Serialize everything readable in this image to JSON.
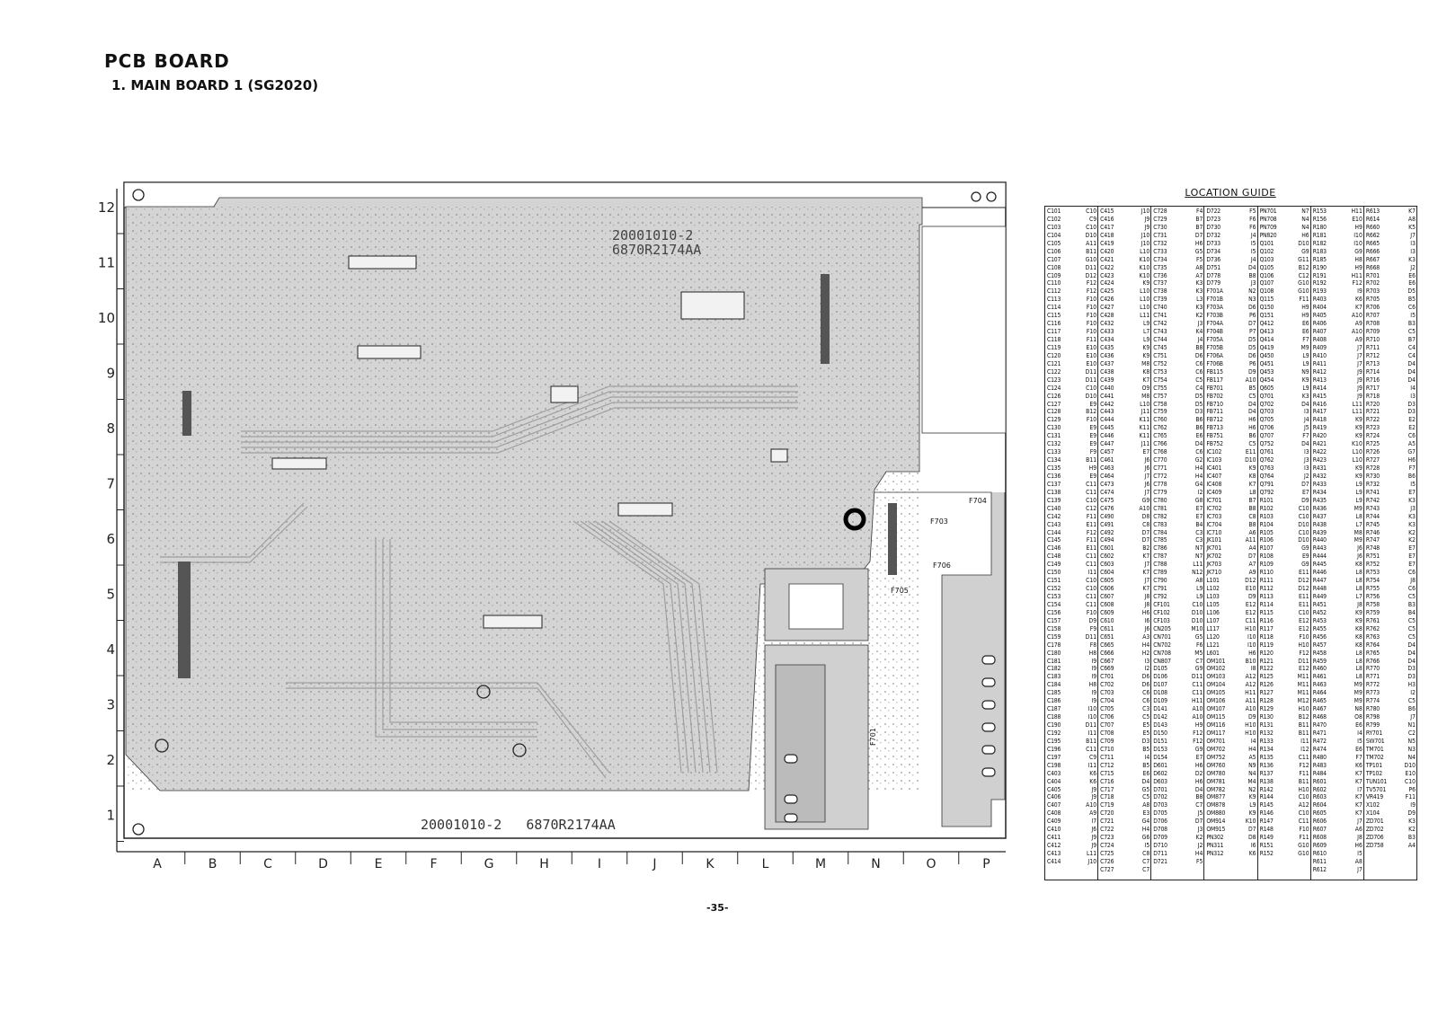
{
  "page": {
    "title": "PCB BOARD",
    "subtitle": "1. MAIN BOARD 1 (SG2020)",
    "page_number": "-35-"
  },
  "board": {
    "silkscreen_top_code": "20001010-2",
    "silkscreen_top_part": "6870R2174AA",
    "silkscreen_bottom": "20001010-2   6870R2174AA",
    "row_labels": [
      "12",
      "11",
      "10",
      "9",
      "8",
      "7",
      "6",
      "5",
      "4",
      "3",
      "2",
      "1"
    ],
    "column_labels": [
      "A",
      "B",
      "C",
      "D",
      "E",
      "F",
      "G",
      "H",
      "I",
      "J",
      "K",
      "L",
      "M",
      "N",
      "O",
      "P"
    ],
    "component_labels": [
      "F704",
      "F703",
      "F706",
      "F705",
      "F701"
    ],
    "colors": {
      "copper": "#cdcdcd",
      "trace": "#9a9a9a",
      "outline": "#222222"
    }
  },
  "location_guide": {
    "title": "LOCATION GUIDE",
    "columns": [
      [
        "C101 C10",
        "C102 C9",
        "C103 C10",
        "C104 D10",
        "C105 A11",
        "C106 B11",
        "C107 G10",
        "C108 D11",
        "C109 D12",
        "C110 F12",
        "C112 F12",
        "C113 F10",
        "C114 F10",
        "C115 F10",
        "C116 F10",
        "C117 F10",
        "C118 F11",
        "C119 E10",
        "C120 E10",
        "C121 E10",
        "C122 D11",
        "C123 D11",
        "C124 C10",
        "C126 D10",
        "C127 E9",
        "C128 B12",
        "C129 F10",
        "C130 E9",
        "C131 E9",
        "C132 E9",
        "C133 F9",
        "C134 B11",
        "C135 H9",
        "C136 E9",
        "C137 C11",
        "C138 C11",
        "C139 C10",
        "C140 C12",
        "C142 F11",
        "C143 E11",
        "C144 F12",
        "C145 F11",
        "C146 E11",
        "C148 C11",
        "C149 C11",
        "C150 I11",
        "C151 C10",
        "C152 C10",
        "C153 C11",
        "C154 C11",
        "C156 F10",
        "C157 D9",
        "C158 F9",
        "C159 D11",
        "C178 F8",
        "C180 H8",
        "C181 I9",
        "C182 I9",
        "C183 I9",
        "C184 H8",
        "C185 I9",
        "C186 I9",
        "C187 I10",
        "C188 I10",
        "C190 D11",
        "C192 I11",
        "C195 B11",
        "C196 C11",
        "C197 C9",
        "C198 I11",
        "C403 K6",
        "C404 K6",
        "C405 J9",
        "C406 J9",
        "C407 A10",
        "C408 A9",
        "C409 I7",
        "C410 J6",
        "C411 J9",
        "C412 J9",
        "C413 L11",
        "C414 J10"
      ],
      [
        "C415 J10",
        "C416 J9",
        "C417 J9",
        "C418 J10",
        "C419 J10",
        "C420 L10",
        "C421 K10",
        "C422 K10",
        "C423 K10",
        "C424 K9",
        "C425 L10",
        "C426 L10",
        "C427 L10",
        "C428 L11",
        "C432 L9",
        "C433 L7",
        "C434 L9",
        "C435 K9",
        "C436 K9",
        "C437 M8",
        "C438 K8",
        "C439 K7",
        "C440 O9",
        "C441 M8",
        "C442 L10",
        "C443 J11",
        "C444 K11",
        "C445 K11",
        "C446 K11",
        "C447 J11",
        "C457 E7",
        "C461 J6",
        "C463 J6",
        "C464 J7",
        "C473 J6",
        "C474 J7",
        "C475 G9",
        "C476 A10",
        "C490 D8",
        "C491 C8",
        "C492 D7",
        "C494 D7",
        "C601 B2",
        "C602 K7",
        "C603 J7",
        "C604 K7",
        "C605 J7",
        "C606 K7",
        "C607 J8",
        "C608 J8",
        "C609 H6",
        "C610 I6",
        "C611 J6",
        "C651 A3",
        "C665 H4",
        "C666 H2",
        "C667 I3",
        "C669 I2",
        "C701 D6",
        "C702 D6",
        "C703 C6",
        "C704 C6",
        "C705 C3",
        "C706 C5",
        "C707 E5",
        "C708 E5",
        "C709 D3",
        "C710 B5",
        "C711 I4",
        "C712 B5",
        "C715 E6",
        "C716 D4",
        "C717 G5",
        "C718 C5",
        "C719 A8",
        "C720 E3",
        "C721 G4",
        "C722 H4",
        "C723 G6",
        "C724 I5",
        "C725 C8",
        "C726 C7",
        "C727 C7"
      ],
      [
        "C728 F4",
        "C729 B7",
        "C730 B7",
        "C731 D7",
        "C732 H6",
        "C733 G5",
        "C734 F5",
        "C735 A8",
        "C736 A7",
        "C737 K3",
        "C738 K3",
        "C739 L3",
        "C740 K3",
        "C741 K2",
        "C742 J3",
        "C743 K4",
        "C744 J4",
        "C745 B8",
        "C751 D6",
        "C752 C6",
        "C753 C6",
        "C754 C5",
        "C755 C4",
        "C757 D5",
        "C758 D5",
        "C759 D3",
        "C760 B6",
        "C762 B6",
        "C765 E6",
        "C766 D4",
        "C768 C6",
        "C770 G2",
        "C771 H4",
        "C772 H4",
        "C778 G4",
        "C779 I2",
        "C780 G8",
        "C781 E7",
        "C782 E7",
        "C783 B4",
        "C784 C3",
        "C785 C3",
        "C786 N7",
        "C787 N7",
        "C788 L11",
        "C789 N12",
        "C790 A8",
        "C791 L9",
        "C792 L9",
        "CF101 C10",
        "CF102 D10",
        "CF103 D10",
        "CN205 M10",
        "CN701 G5",
        "CN702 F6",
        "CN708 M5",
        "CN807 C7",
        "D105 G9",
        "D106 D11",
        "D107 C11",
        "D108 C11",
        "D109 H11",
        "D141 A10",
        "D142 A10",
        "D143 H9",
        "D150 F12",
        "D151 F12",
        "D153 G9",
        "D154 E7",
        "D601 H6",
        "D602 D2",
        "D603 H6",
        "D701 D4",
        "D702 B8",
        "D703 C7",
        "D705 J5",
        "D706 D7",
        "D708 J3",
        "D709 K2",
        "D710 J2",
        "D711 H4",
        "D721 F5"
      ],
      [
        "D722 F5",
        "D723 F6",
        "D730 F6",
        "D732 J4",
        "D733 I5",
        "D734 I5",
        "D736 J4",
        "D751 D4",
        "D778 B8",
        "D779 J3",
        "F701A N2",
        "F701B N3",
        "F703A D6",
        "F703B P6",
        "F704A D7",
        "F704B P7",
        "F705A D5",
        "F705B D5",
        "F706A D6",
        "F706B P6",
        "FB115 D9",
        "FB117 A10",
        "FB701 B5",
        "FB702 C5",
        "FB710 D4",
        "FB711 D4",
        "FB712 H6",
        "FB713 H6",
        "FB751 B6",
        "FB752 C5",
        "IC102 E11",
        "IC103 D10",
        "IC401 K9",
        "IC407 K8",
        "IC408 K7",
        "IC409 L8",
        "IC701 B7",
        "IC702 B8",
        "IC703 C8",
        "IC704 B8",
        "IC710 A6",
        "JK101 A11",
        "JK701 A4",
        "JK702 D7",
        "JK703 A7",
        "JK710 A9",
        "L101 D12",
        "L102 E10",
        "L103 D9",
        "L105 E12",
        "L106 E12",
        "L107 C11",
        "L117 H10",
        "L120 I10",
        "L121 I10",
        "L601 H6",
        "OM101 B10",
        "OM102 I8",
        "OM103 A12",
        "OM104 A12",
        "OM105 H11",
        "OM106 A11",
        "OM107 A10",
        "OM115 D9",
        "OM116 H10",
        "OM117 H10",
        "OM701 I4",
        "OM702 H4",
        "OM752 A5",
        "OM760 N9",
        "OM780 N4",
        "OM781 M4",
        "OM782 N2",
        "OM877 K9",
        "OM878 L9",
        "OM880 K9",
        "OM914 K10",
        "OM915 D7",
        "PN302 D8",
        "PN311 I6",
        "PN312 K6"
      ],
      [
        "PN701 N7",
        "PN708 N4",
        "PN709 N4",
        "PN820 H6",
        "Q101 D10",
        "Q102 G9",
        "Q103 G11",
        "Q105 B12",
        "Q106 C12",
        "Q107 G10",
        "Q108 G10",
        "Q115 F11",
        "Q150 H9",
        "Q151 H9",
        "Q412 E6",
        "Q413 E6",
        "Q414 F7",
        "Q419 M9",
        "Q450 L9",
        "Q451 L9",
        "Q453 N9",
        "Q454 K9",
        "Q605 L9",
        "Q701 K3",
        "Q702 D4",
        "Q703 I3",
        "Q705 J4",
        "Q706 J5",
        "Q707 F7",
        "Q752 D4",
        "Q761 I3",
        "Q762 J3",
        "Q763 I3",
        "Q764 J2",
        "Q791 D7",
        "Q792 E7",
        "R101 D9",
        "R102 C10",
        "R103 C10",
        "R104 D10",
        "R105 C10",
        "R106 D10",
        "R107 G9",
        "R108 E9",
        "R109 G9",
        "R110 E11",
        "R111 D12",
        "R112 D12",
        "R113 E11",
        "R114 E11",
        "R115 C10",
        "R116 E12",
        "R117 E12",
        "R118 F10",
        "R119 H10",
        "R120 F12",
        "R121 D11",
        "R122 E12",
        "R125 M11",
        "R126 M11",
        "R127 M11",
        "R128 M12",
        "R129 H10",
        "R130 B12",
        "R131 B11",
        "R132 B11",
        "R133 I11",
        "R134 I12",
        "R135 C11",
        "R136 F12",
        "R137 F11",
        "R138 B11",
        "R142 H10",
        "R144 C10",
        "R145 A12",
        "R146 C10",
        "R147 C11",
        "R148 F10",
        "R149 F11",
        "R151 G10",
        "R152 G10"
      ],
      [
        "R153 H11",
        "R156 E10",
        "R180 H9",
        "R181 I10",
        "R182 I10",
        "R183 G9",
        "R185 H8",
        "R190 H9",
        "R191 H11",
        "R192 F12",
        "R193 I9",
        "R403 K6",
        "R404 K7",
        "R405 A10",
        "R406 A9",
        "R407 A10",
        "R408 A9",
        "R409 J7",
        "R410 J7",
        "R411 J7",
        "R412 J9",
        "R413 J9",
        "R414 J9",
        "R415 J9",
        "R416 L11",
        "R417 L11",
        "R418 K9",
        "R419 K9",
        "R420 K9",
        "R421 K10",
        "R422 L10",
        "R423 L10",
        "R431 K9",
        "R432 K9",
        "R433 L9",
        "R434 L9",
        "R435 L9",
        "R436 M9",
        "R437 L8",
        "R438 L7",
        "R439 M8",
        "R440 M9",
        "R443 J6",
        "R444 J6",
        "R445 K8",
        "R446 L8",
        "R447 L8",
        "R448 L8",
        "R449 L7",
        "R451 J8",
        "R452 K9",
        "R453 K9",
        "R455 K8",
        "R456 K8",
        "R457 K8",
        "R458 L8",
        "R459 L8",
        "R460 L8",
        "R461 L8",
        "R463 M9",
        "R464 M9",
        "R465 M9",
        "R467 N8",
        "R468 O8",
        "R470 E6",
        "R471 I4",
        "R472 I5",
        "R474 E6",
        "R480 F7",
        "R483 K6",
        "R484 K7",
        "R601 K7",
        "R602 I7",
        "R603 K7",
        "R604 K7",
        "R605 K7",
        "R606 J7",
        "R607 A6",
        "R608 J8",
        "R609 H6",
        "R610 I5",
        "R611 A8",
        "R612 J7"
      ],
      [
        "R613 K7",
        "R614 A8",
        "R660 K5",
        "R662 J7",
        "R665 I3",
        "R666 I3",
        "R667 K3",
        "R668 J2",
        "R701 E6",
        "R702 E6",
        "R703 D5",
        "R705 B5",
        "R706 C6",
        "R707 I5",
        "R708 B3",
        "R709 C5",
        "R710 B7",
        "R711 C4",
        "R712 C4",
        "R713 D4",
        "R714 D4",
        "R716 D4",
        "R717 I4",
        "R718 I3",
        "R720 D3",
        "R721 D3",
        "R722 E2",
        "R723 E2",
        "R724 C6",
        "R725 A5",
        "R726 G7",
        "R727 H6",
        "R728 F7",
        "R730 B6",
        "R732 I5",
        "R741 E7",
        "R742 K3",
        "R743 J3",
        "R744 K3",
        "R745 K3",
        "R746 K2",
        "R747 K2",
        "R748 E7",
        "R751 E7",
        "R752 E7",
        "R753 C6",
        "R754 J8",
        "R755 C6",
        "R756 C5",
        "R758 B3",
        "R759 B4",
        "R761 C5",
        "R762 C5",
        "R763 C5",
        "R764 D4",
        "R765 D4",
        "R766 D4",
        "R770 D3",
        "R771 D3",
        "R772 H3",
        "R773 I2",
        "R774 C5",
        "R780 B6",
        "R798 J7",
        "R799 N1",
        "RY701 C2",
        "SW701 N5",
        "TM701 N3",
        "TM702 N4",
        "TP101 D10",
        "TP102 E10",
        "TUN101 C10",
        "TV5701 P6",
        "VR419 F11",
        "X102 I9",
        "X104 D9",
        "ZD701 K3",
        "ZD702 K2",
        "ZD706 B3",
        "ZD758 A4"
      ]
    ]
  }
}
